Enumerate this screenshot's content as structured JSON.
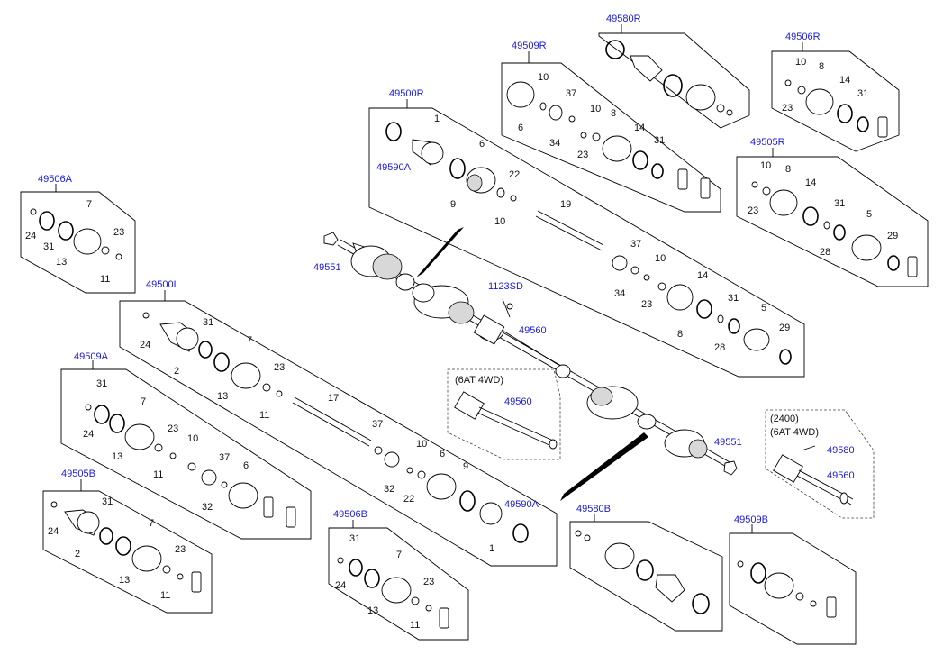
{
  "diagram": {
    "ref_color": "#1a1adc",
    "line_color": "#000000",
    "boxes": {
      "b_49580R": "49580R",
      "b_49509R": "49509R",
      "b_49506R": "49506R",
      "b_49500R": "49500R",
      "b_49505R": "49505R",
      "b_49506A": "49506A",
      "b_49500L": "49500L",
      "b_49509A": "49509A",
      "b_49505B": "49505B",
      "b_49506B": "49506B",
      "b_49580B": "49580B",
      "b_49509B": "49509B"
    },
    "refs": {
      "r_49590A_top": "49590A",
      "r_49590A_bot": "49590A",
      "r_49551_left": "49551",
      "r_49551_right": "49551",
      "r_1123SD": "1123SD",
      "r_49560_main": "49560",
      "r_49560_4wd": "49560",
      "r_49560_2400": "49560",
      "r_49580_2400": "49580"
    },
    "notes": {
      "n_6at4wd": "(6AT 4WD)",
      "n_2400": "(2400)",
      "n_6at4wd_b": "(6AT 4WD)"
    },
    "nums": {
      "n_1": "1",
      "n_6": "6",
      "n_9": "9",
      "n_10": "10",
      "n_22": "22",
      "n_19": "19",
      "n_37": "37",
      "n_34": "34",
      "n_23": "23",
      "n_10b": "10",
      "n_14": "14",
      "n_8": "8",
      "n_31": "31",
      "n_28": "28",
      "n_5": "5",
      "n_29": "29",
      "r9_10": "10",
      "r9_37": "37",
      "r9_6": "6",
      "r9_34": "34",
      "r9_10b": "10",
      "r9_23": "23",
      "r9_8": "8",
      "r9_14": "14",
      "r9_31": "31",
      "r6_10": "10",
      "r6_8": "8",
      "r6_23": "23",
      "r6_14": "14",
      "r6_31": "31",
      "r5_10": "10",
      "r5_8": "8",
      "r5_23": "23",
      "r5_14": "14",
      "r5_31": "31",
      "r5_5": "5",
      "r5_28": "28",
      "r5_29": "29",
      "a6_24": "24",
      "a6_31": "31",
      "a6_13": "13",
      "a6_7": "7",
      "a6_23": "23",
      "a6_11": "11",
      "l_24": "24",
      "l_2": "2",
      "l_31": "31",
      "l_13": "13",
      "l_7": "7",
      "l_11": "11",
      "l_23": "23",
      "l_17": "17",
      "l_37": "37",
      "l_32": "32",
      "l_22": "22",
      "l_10": "10",
      "l_6": "6",
      "l_9": "9",
      "l_1": "1",
      "a9_31": "31",
      "a9_24": "24",
      "a9_7": "7",
      "a9_13": "13",
      "a9_23": "23",
      "a9_11": "11",
      "a9_10": "10",
      "a9_37": "37",
      "a9_32": "32",
      "a9_6": "6",
      "b5_31": "31",
      "b5_24": "24",
      "b5_2": "2",
      "b5_7": "7",
      "b5_13": "13",
      "b5_23": "23",
      "b5_11": "11",
      "b6_31": "31",
      "b6_7": "7",
      "b6_24": "24",
      "b6_13": "13",
      "b6_23": "23",
      "b6_11": "11"
    }
  }
}
